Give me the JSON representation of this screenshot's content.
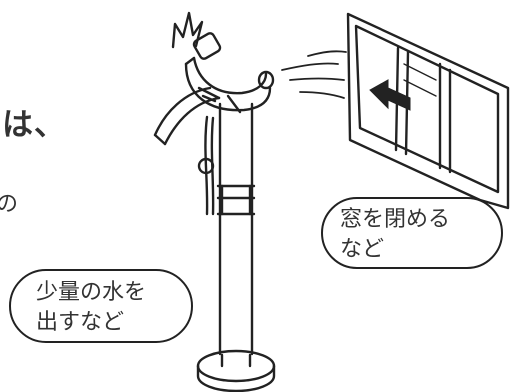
{
  "fragments": {
    "line1": "は、",
    "line2": "の"
  },
  "callouts": {
    "water": {
      "line1": "少量の水を",
      "line2": "出すなど"
    },
    "window": {
      "line1": "窓を閉める",
      "line2": "など"
    }
  }
}
